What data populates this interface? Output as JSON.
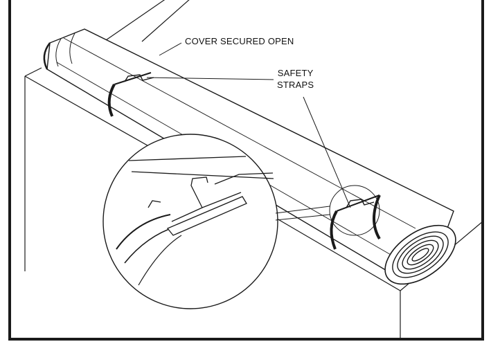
{
  "figure": {
    "labels": {
      "cover_secured_open": "COVER SECURED OPEN",
      "safety_line1": "SAFETY",
      "safety_line2": "STRAPS"
    },
    "colors": {
      "stroke": "#1a1a1a",
      "fill": "#ffffff",
      "strap": "#2b2b2b"
    }
  }
}
